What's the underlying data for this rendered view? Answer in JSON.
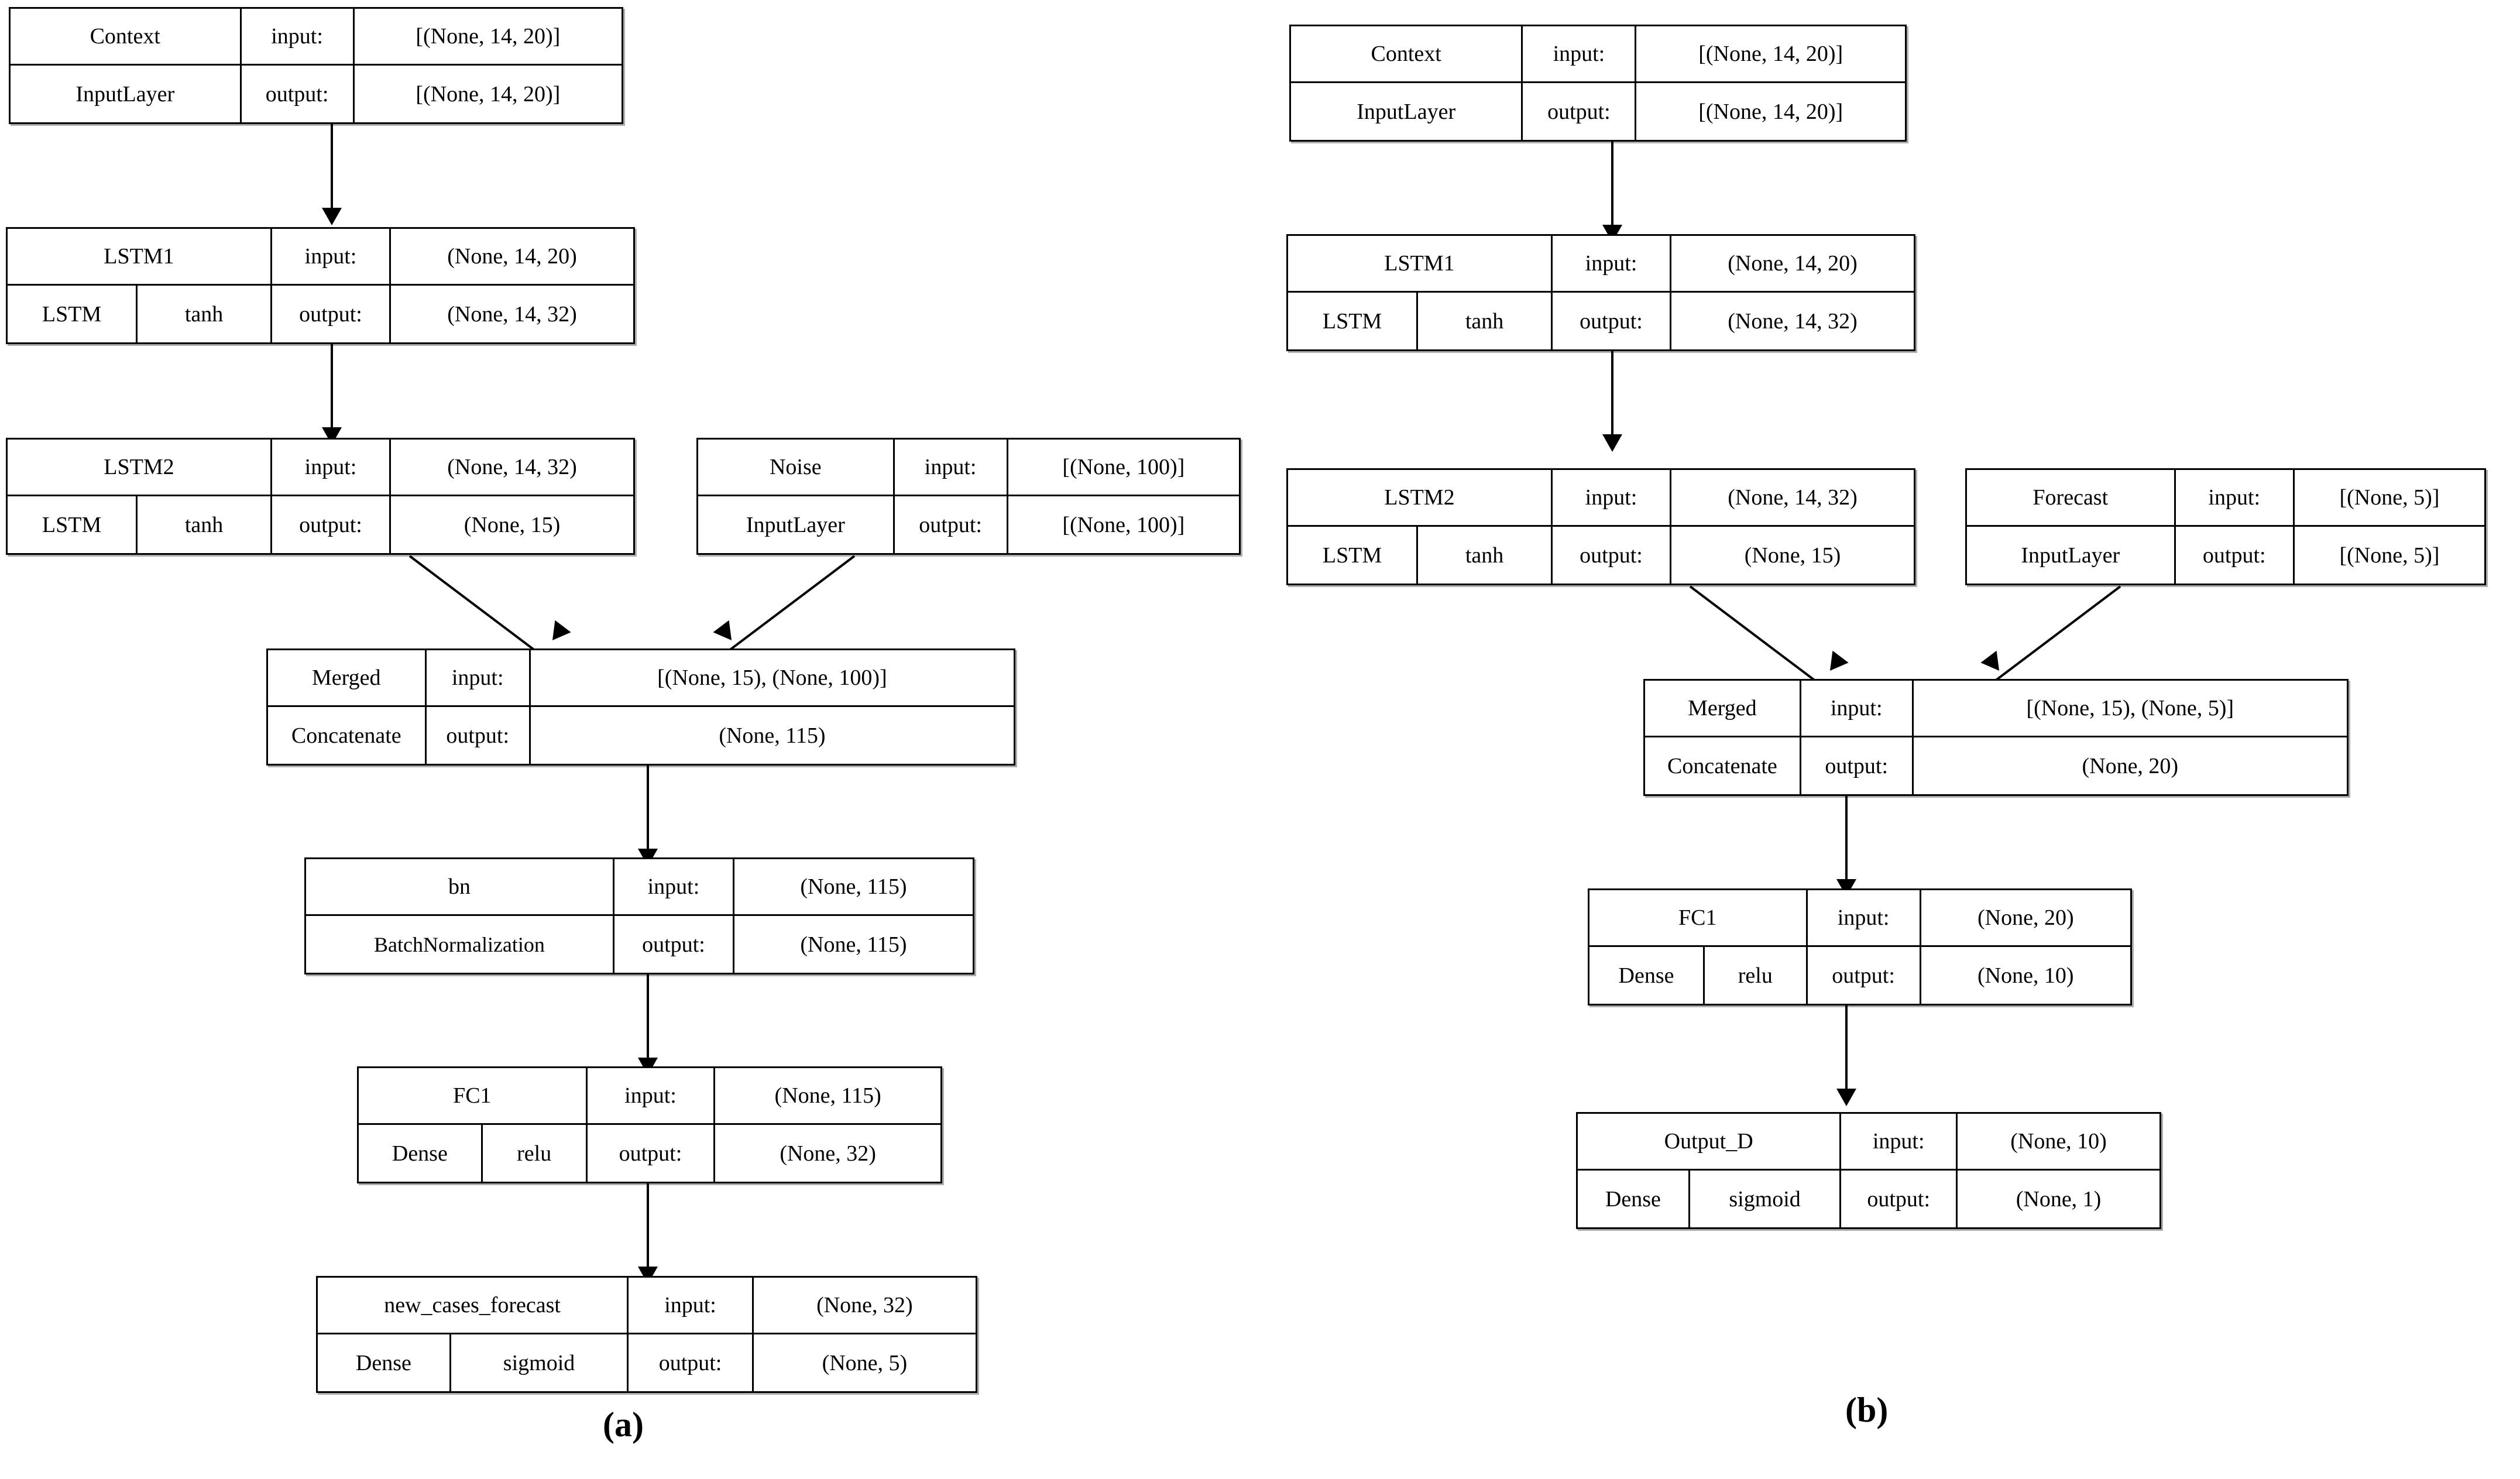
{
  "figure": {
    "kind": "neural-network-architecture-diagram",
    "panels": [
      {
        "id": "a",
        "caption": "(a)",
        "nodes": [
          {
            "id": "context",
            "name": "Context",
            "type": "InputLayer",
            "activation": "",
            "input_label": "input:",
            "output_label": "output:",
            "input_shape": "[(None, 14, 20)]",
            "output_shape": "[(None, 14, 20)]"
          },
          {
            "id": "lstm1",
            "name": "LSTM1",
            "type": "LSTM",
            "activation": "tanh",
            "input_label": "input:",
            "output_label": "output:",
            "input_shape": "(None, 14, 20)",
            "output_shape": "(None, 14, 32)"
          },
          {
            "id": "lstm2",
            "name": "LSTM2",
            "type": "LSTM",
            "activation": "tanh",
            "input_label": "input:",
            "output_label": "output:",
            "input_shape": "(None, 14, 32)",
            "output_shape": "(None, 15)"
          },
          {
            "id": "noise",
            "name": "Noise",
            "type": "InputLayer",
            "activation": "",
            "input_label": "input:",
            "output_label": "output:",
            "input_shape": "[(None, 100)]",
            "output_shape": "[(None, 100)]"
          },
          {
            "id": "merged",
            "name": "Merged",
            "type": "Concatenate",
            "activation": "",
            "input_label": "input:",
            "output_label": "output:",
            "input_shape": "[(None, 15), (None, 100)]",
            "output_shape": "(None, 115)"
          },
          {
            "id": "bn",
            "name": "bn",
            "type": "BatchNormalization",
            "activation": "",
            "input_label": "input:",
            "output_label": "output:",
            "input_shape": "(None, 115)",
            "output_shape": "(None, 115)"
          },
          {
            "id": "fc1",
            "name": "FC1",
            "type": "Dense",
            "activation": "relu",
            "input_label": "input:",
            "output_label": "output:",
            "input_shape": "(None, 115)",
            "output_shape": "(None, 32)"
          },
          {
            "id": "new_cases_forecast",
            "name": "new_cases_forecast",
            "type": "Dense",
            "activation": "sigmoid",
            "input_label": "input:",
            "output_label": "output:",
            "input_shape": "(None, 32)",
            "output_shape": "(None, 5)"
          }
        ],
        "edges": [
          {
            "from": "context",
            "to": "lstm1"
          },
          {
            "from": "lstm1",
            "to": "lstm2"
          },
          {
            "from": "lstm2",
            "to": "merged"
          },
          {
            "from": "noise",
            "to": "merged"
          },
          {
            "from": "merged",
            "to": "bn"
          },
          {
            "from": "bn",
            "to": "fc1"
          },
          {
            "from": "fc1",
            "to": "new_cases_forecast"
          }
        ]
      },
      {
        "id": "b",
        "caption": "(b)",
        "nodes": [
          {
            "id": "context",
            "name": "Context",
            "type": "InputLayer",
            "activation": "",
            "input_label": "input:",
            "output_label": "output:",
            "input_shape": "[(None, 14, 20)]",
            "output_shape": "[(None, 14, 20)]"
          },
          {
            "id": "lstm1",
            "name": "LSTM1",
            "type": "LSTM",
            "activation": "tanh",
            "input_label": "input:",
            "output_label": "output:",
            "input_shape": "(None, 14, 20)",
            "output_shape": "(None, 14, 32)"
          },
          {
            "id": "lstm2",
            "name": "LSTM2",
            "type": "LSTM",
            "activation": "tanh",
            "input_label": "input:",
            "output_label": "output:",
            "input_shape": "(None, 14, 32)",
            "output_shape": "(None, 15)"
          },
          {
            "id": "forecast",
            "name": "Forecast",
            "type": "InputLayer",
            "activation": "",
            "input_label": "input:",
            "output_label": "output:",
            "input_shape": "[(None, 5)]",
            "output_shape": "[(None, 5)]"
          },
          {
            "id": "merged",
            "name": "Merged",
            "type": "Concatenate",
            "activation": "",
            "input_label": "input:",
            "output_label": "output:",
            "input_shape": "[(None, 15), (None, 5)]",
            "output_shape": "(None, 20)"
          },
          {
            "id": "fc1",
            "name": "FC1",
            "type": "Dense",
            "activation": "relu",
            "input_label": "input:",
            "output_label": "output:",
            "input_shape": "(None, 20)",
            "output_shape": "(None, 10)"
          },
          {
            "id": "output_d",
            "name": "Output_D",
            "type": "Dense",
            "activation": "sigmoid",
            "input_label": "input:",
            "output_label": "output:",
            "input_shape": "(None, 10)",
            "output_shape": "(None, 1)"
          }
        ],
        "edges": [
          {
            "from": "context",
            "to": "lstm1"
          },
          {
            "from": "lstm1",
            "to": "lstm2"
          },
          {
            "from": "lstm2",
            "to": "merged"
          },
          {
            "from": "forecast",
            "to": "merged"
          },
          {
            "from": "merged",
            "to": "fc1"
          },
          {
            "from": "fc1",
            "to": "output_d"
          }
        ]
      }
    ]
  },
  "colors": {
    "background": "#ffffff",
    "border": "#000000",
    "text": "#000000",
    "edge": "#000000",
    "shadow": "#545454"
  }
}
